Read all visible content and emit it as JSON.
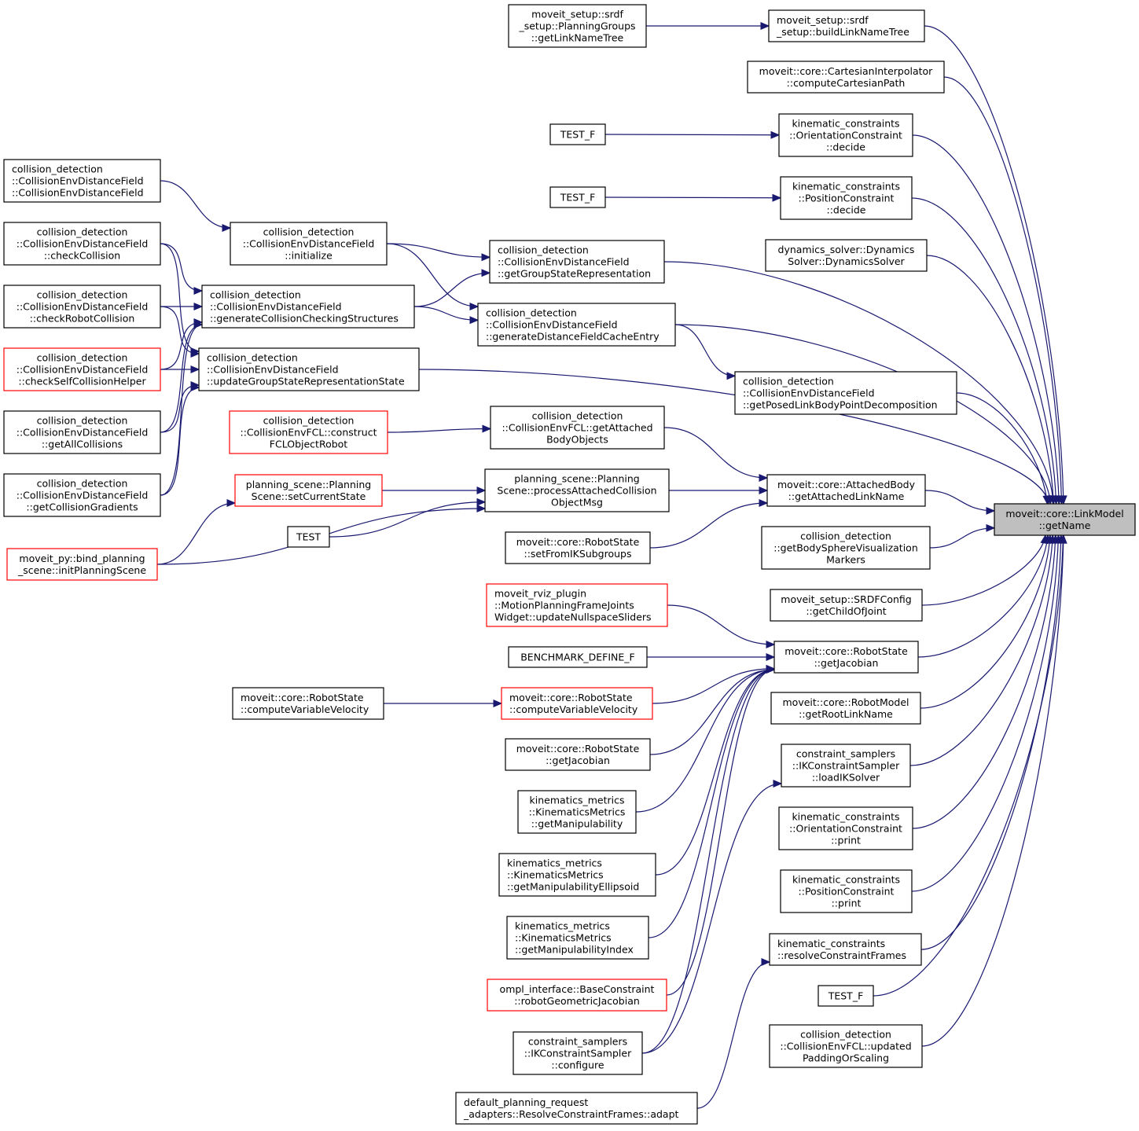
{
  "colors": {
    "edge": "#191970",
    "node_border": "#000000",
    "truncated_node_border": "#ff0000",
    "target_fill": "#bfbfbf"
  },
  "target": {
    "id": "getName",
    "lines": [
      "moveit::core::LinkModel",
      "::getName"
    ]
  },
  "nodes": [
    {
      "id": "pg_getLinkNameTree",
      "lines": [
        "moveit_setup::srdf",
        "_setup::PlanningGroups",
        "::getLinkNameTree"
      ],
      "truncated": false
    },
    {
      "id": "buildLinkNameTree",
      "lines": [
        "moveit_setup::srdf",
        "_setup::buildLinkNameTree"
      ],
      "truncated": false
    },
    {
      "id": "computeCartesianPath",
      "lines": [
        "moveit::core::CartesianInterpolator",
        "::computeCartesianPath"
      ],
      "truncated": false
    },
    {
      "id": "testf1",
      "lines": [
        "TEST_F"
      ],
      "truncated": false
    },
    {
      "id": "oc_decide",
      "lines": [
        "kinematic_constraints",
        "::OrientationConstraint",
        "::decide"
      ],
      "truncated": false
    },
    {
      "id": "testf2",
      "lines": [
        "TEST_F"
      ],
      "truncated": false
    },
    {
      "id": "pc_decide",
      "lines": [
        "kinematic_constraints",
        "::PositionConstraint",
        "::decide"
      ],
      "truncated": false
    },
    {
      "id": "dynSolver",
      "lines": [
        "dynamics_solver::Dynamics",
        "Solver::DynamicsSolver"
      ],
      "truncated": false
    },
    {
      "id": "cedf_ctor",
      "lines": [
        "collision_detection",
        "::CollisionEnvDistanceField",
        "::CollisionEnvDistanceField"
      ],
      "truncated": false
    },
    {
      "id": "cedf_initialize",
      "lines": [
        "collision_detection",
        "::CollisionEnvDistanceField",
        "::initialize"
      ],
      "truncated": false
    },
    {
      "id": "cedf_checkCollision",
      "lines": [
        "collision_detection",
        "::CollisionEnvDistanceField",
        "::checkCollision"
      ],
      "truncated": false
    },
    {
      "id": "cedf_getGroupStateRep",
      "lines": [
        "collision_detection",
        "::CollisionEnvDistanceField",
        "::getGroupStateRepresentation"
      ],
      "truncated": false
    },
    {
      "id": "cedf_genCCS",
      "lines": [
        "collision_detection",
        "::CollisionEnvDistanceField",
        "::generateCollisionCheckingStructures"
      ],
      "truncated": false
    },
    {
      "id": "cedf_checkRobotCollision",
      "lines": [
        "collision_detection",
        "::CollisionEnvDistanceField",
        "::checkRobotCollision"
      ],
      "truncated": false
    },
    {
      "id": "cedf_genDFCE",
      "lines": [
        "collision_detection",
        "::CollisionEnvDistanceField",
        "::generateDistanceFieldCacheEntry"
      ],
      "truncated": false
    },
    {
      "id": "cedf_checkSelfCollisionHelper",
      "lines": [
        "collision_detection",
        "::CollisionEnvDistanceField",
        "::checkSelfCollisionHelper"
      ],
      "truncated": true
    },
    {
      "id": "cedf_updateGSRS",
      "lines": [
        "collision_detection",
        "::CollisionEnvDistanceField",
        "::updateGroupStateRepresentationState"
      ],
      "truncated": false
    },
    {
      "id": "cedf_getPosedLBPD",
      "lines": [
        "collision_detection",
        "::CollisionEnvDistanceField",
        "::getPosedLinkBodyPointDecomposition"
      ],
      "truncated": false
    },
    {
      "id": "cedf_getAllCollisions",
      "lines": [
        "collision_detection",
        "::CollisionEnvDistanceField",
        "::getAllCollisions"
      ],
      "truncated": false
    },
    {
      "id": "cefcl_constructFCL",
      "lines": [
        "collision_detection",
        "::CollisionEnvFCL::construct",
        "FCLObjectRobot"
      ],
      "truncated": true
    },
    {
      "id": "cefcl_getAttachedBO",
      "lines": [
        "collision_detection",
        "::CollisionEnvFCL::getAttached",
        "BodyObjects"
      ],
      "truncated": false
    },
    {
      "id": "cedf_getCollisionGradients",
      "lines": [
        "collision_detection",
        "::CollisionEnvDistanceField",
        "::getCollisionGradients"
      ],
      "truncated": false
    },
    {
      "id": "ps_setCurrentState",
      "lines": [
        "planning_scene::Planning",
        "Scene::setCurrentState"
      ],
      "truncated": true
    },
    {
      "id": "ps_processACOM",
      "lines": [
        "planning_scene::Planning",
        "Scene::processAttachedCollision",
        "ObjectMsg"
      ],
      "truncated": false
    },
    {
      "id": "ab_getAttachedLinkName",
      "lines": [
        "moveit::core::AttachedBody",
        "::getAttachedLinkName"
      ],
      "truncated": false
    },
    {
      "id": "test1",
      "lines": [
        "TEST"
      ],
      "truncated": false
    },
    {
      "id": "rs_setFromIKSubgroups",
      "lines": [
        "moveit::core::RobotState",
        "::setFromIKSubgroups"
      ],
      "truncated": false
    },
    {
      "id": "cd_getBodySphereVM",
      "lines": [
        "collision_detection",
        "::getBodySphereVisualization",
        "Markers"
      ],
      "truncated": false
    },
    {
      "id": "py_initPlanningScene",
      "lines": [
        "moveit_py::bind_planning",
        "_scene::initPlanningScene"
      ],
      "truncated": true
    },
    {
      "id": "rviz_updateNullspace",
      "lines": [
        "moveit_rviz_plugin",
        "::MotionPlanningFrameJoints",
        "Widget::updateNullspaceSliders"
      ],
      "truncated": true
    },
    {
      "id": "srdf_getChildOfJoint",
      "lines": [
        "moveit_setup::SRDFConfig",
        "::getChildOfJoint"
      ],
      "truncated": false
    },
    {
      "id": "benchmark",
      "lines": [
        "BENCHMARK_DEFINE_F"
      ],
      "truncated": false
    },
    {
      "id": "rs_getJacobian",
      "lines": [
        "moveit::core::RobotState",
        "::getJacobian"
      ],
      "truncated": false
    },
    {
      "id": "rs_computeVV_caller",
      "lines": [
        "moveit::core::RobotState",
        "::computeVariableVelocity"
      ],
      "truncated": false
    },
    {
      "id": "rs_computeVV",
      "lines": [
        "moveit::core::RobotState",
        "::computeVariableVelocity"
      ],
      "truncated": true
    },
    {
      "id": "rm_getRootLinkName",
      "lines": [
        "moveit::core::RobotModel",
        "::getRootLinkName"
      ],
      "truncated": false
    },
    {
      "id": "rs_getJacobian2",
      "lines": [
        "moveit::core::RobotState",
        "::getJacobian"
      ],
      "truncated": false
    },
    {
      "id": "iks_loadIKSolver",
      "lines": [
        "constraint_samplers",
        "::IKConstraintSampler",
        "::loadIKSolver"
      ],
      "truncated": false
    },
    {
      "id": "km_getManip",
      "lines": [
        "kinematics_metrics",
        "::KinematicsMetrics",
        "::getManipulability"
      ],
      "truncated": false
    },
    {
      "id": "oc_print",
      "lines": [
        "kinematic_constraints",
        "::OrientationConstraint",
        "::print"
      ],
      "truncated": false
    },
    {
      "id": "km_getManipEllipsoid",
      "lines": [
        "kinematics_metrics",
        "::KinematicsMetrics",
        "::getManipulabilityEllipsoid"
      ],
      "truncated": false
    },
    {
      "id": "pc_print",
      "lines": [
        "kinematic_constraints",
        "::PositionConstraint",
        "::print"
      ],
      "truncated": false
    },
    {
      "id": "km_getManipIndex",
      "lines": [
        "kinematics_metrics",
        "::KinematicsMetrics",
        "::getManipulabilityIndex"
      ],
      "truncated": false
    },
    {
      "id": "kc_resolveCF",
      "lines": [
        "kinematic_constraints",
        "::resolveConstraintFrames"
      ],
      "truncated": false
    },
    {
      "id": "ompl_robotGJ",
      "lines": [
        "ompl_interface::BaseConstraint",
        "::robotGeometricJacobian"
      ],
      "truncated": true
    },
    {
      "id": "testf3",
      "lines": [
        "TEST_F"
      ],
      "truncated": false
    },
    {
      "id": "iks_configure",
      "lines": [
        "constraint_samplers",
        "::IKConstraintSampler",
        "::configure"
      ],
      "truncated": false
    },
    {
      "id": "cefcl_updatedPOS",
      "lines": [
        "collision_detection",
        "::CollisionEnvFCL::updated",
        "PaddingOrScaling"
      ],
      "truncated": false
    },
    {
      "id": "dpra_adapt",
      "lines": [
        "default_planning_request",
        "_adapters::ResolveConstraintFrames::adapt"
      ],
      "truncated": false
    }
  ],
  "edges": [
    {
      "from": "pg_getLinkNameTree",
      "to": "buildLinkNameTree"
    },
    {
      "from": "buildLinkNameTree",
      "to": "getName"
    },
    {
      "from": "computeCartesianPath",
      "to": "getName"
    },
    {
      "from": "testf1",
      "to": "oc_decide"
    },
    {
      "from": "oc_decide",
      "to": "getName"
    },
    {
      "from": "testf2",
      "to": "pc_decide"
    },
    {
      "from": "pc_decide",
      "to": "getName"
    },
    {
      "from": "dynSolver",
      "to": "getName"
    },
    {
      "from": "cedf_ctor",
      "to": "cedf_initialize"
    },
    {
      "from": "cedf_initialize",
      "to": "cedf_getGroupStateRep"
    },
    {
      "from": "cedf_initialize",
      "to": "cedf_genDFCE"
    },
    {
      "from": "cedf_checkCollision",
      "to": "cedf_genCCS"
    },
    {
      "from": "cedf_checkCollision",
      "to": "cedf_updateGSRS"
    },
    {
      "from": "cedf_checkRobotCollision",
      "to": "cedf_genCCS"
    },
    {
      "from": "cedf_checkRobotCollision",
      "to": "cedf_updateGSRS"
    },
    {
      "from": "cedf_checkSelfCollisionHelper",
      "to": "cedf_genCCS"
    },
    {
      "from": "cedf_checkSelfCollisionHelper",
      "to": "cedf_updateGSRS"
    },
    {
      "from": "cedf_getAllCollisions",
      "to": "cedf_genCCS"
    },
    {
      "from": "cedf_getAllCollisions",
      "to": "cedf_updateGSRS"
    },
    {
      "from": "cedf_getCollisionGradients",
      "to": "cedf_genCCS"
    },
    {
      "from": "cedf_getCollisionGradients",
      "to": "cedf_updateGSRS"
    },
    {
      "from": "cedf_genCCS",
      "to": "cedf_getGroupStateRep"
    },
    {
      "from": "cedf_genCCS",
      "to": "cedf_genDFCE"
    },
    {
      "from": "cedf_getGroupStateRep",
      "to": "getName"
    },
    {
      "from": "cedf_genDFCE",
      "to": "getName"
    },
    {
      "from": "cedf_genDFCE",
      "to": "cedf_getPosedLBPD"
    },
    {
      "from": "cedf_updateGSRS",
      "to": "getName"
    },
    {
      "from": "cedf_getPosedLBPD",
      "to": "getName"
    },
    {
      "from": "cefcl_constructFCL",
      "to": "cefcl_getAttachedBO"
    },
    {
      "from": "cefcl_getAttachedBO",
      "to": "ab_getAttachedLinkName"
    },
    {
      "from": "ps_setCurrentState",
      "to": "ps_processACOM"
    },
    {
      "from": "test1",
      "to": "ps_processACOM"
    },
    {
      "from": "py_initPlanningScene",
      "to": "ps_setCurrentState"
    },
    {
      "from": "py_initPlanningScene",
      "to": "ps_processACOM"
    },
    {
      "from": "ps_processACOM",
      "to": "ab_getAttachedLinkName"
    },
    {
      "from": "rs_setFromIKSubgroups",
      "to": "ab_getAttachedLinkName"
    },
    {
      "from": "ab_getAttachedLinkName",
      "to": "getName"
    },
    {
      "from": "cd_getBodySphereVM",
      "to": "getName"
    },
    {
      "from": "srdf_getChildOfJoint",
      "to": "getName"
    },
    {
      "from": "rviz_updateNullspace",
      "to": "rs_getJacobian"
    },
    {
      "from": "benchmark",
      "to": "rs_getJacobian"
    },
    {
      "from": "rs_computeVV_caller",
      "to": "rs_computeVV"
    },
    {
      "from": "rs_computeVV",
      "to": "rs_getJacobian"
    },
    {
      "from": "rs_getJacobian2",
      "to": "rs_getJacobian"
    },
    {
      "from": "km_getManip",
      "to": "rs_getJacobian"
    },
    {
      "from": "km_getManipEllipsoid",
      "to": "rs_getJacobian"
    },
    {
      "from": "km_getManipIndex",
      "to": "rs_getJacobian"
    },
    {
      "from": "ompl_robotGJ",
      "to": "rs_getJacobian"
    },
    {
      "from": "iks_configure",
      "to": "rs_getJacobian"
    },
    {
      "from": "iks_configure",
      "to": "iks_loadIKSolver"
    },
    {
      "from": "rs_getJacobian",
      "to": "getName"
    },
    {
      "from": "rm_getRootLinkName",
      "to": "getName"
    },
    {
      "from": "iks_loadIKSolver",
      "to": "getName"
    },
    {
      "from": "oc_print",
      "to": "getName"
    },
    {
      "from": "pc_print",
      "to": "getName"
    },
    {
      "from": "kc_resolveCF",
      "to": "getName"
    },
    {
      "from": "dpra_adapt",
      "to": "kc_resolveCF"
    },
    {
      "from": "testf3",
      "to": "getName"
    },
    {
      "from": "cefcl_updatedPOS",
      "to": "getName"
    }
  ]
}
